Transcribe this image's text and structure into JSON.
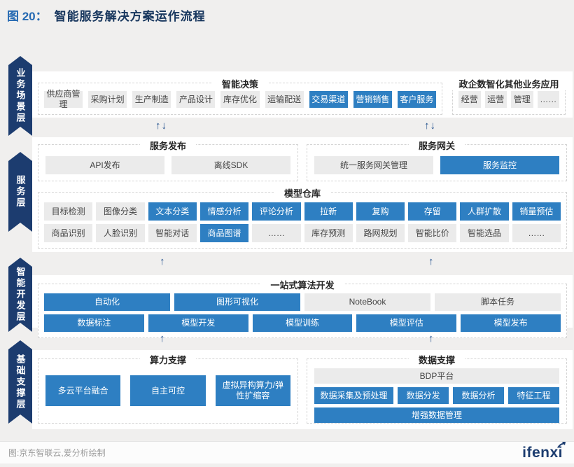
{
  "meta": {
    "figure_label": "图 20：",
    "figure_title": "智能服务解决方案运作流程",
    "footer_source": "图:京东智联云,爱分析绘制",
    "logo_text": "ifenxi"
  },
  "colors": {
    "accent_blue": "#2E7FC2",
    "ribbon_navy": "#1C3C6F",
    "chip_gray": "#EBEBEB",
    "page_bg": "#F0EFEE",
    "arrow_blue": "#1F4E8C"
  },
  "arrows": {
    "up": "↑",
    "down": "↓",
    "up_down": "↑↓"
  },
  "layers": [
    {
      "label": "业务场景层"
    },
    {
      "label": "服务层"
    },
    {
      "label": "智能开发层"
    },
    {
      "label": "基础支撑层"
    }
  ],
  "decision": {
    "title": "智能决策",
    "items": [
      {
        "label": "供应商管理",
        "variant": "gray"
      },
      {
        "label": "采购计划",
        "variant": "gray"
      },
      {
        "label": "生产制造",
        "variant": "gray"
      },
      {
        "label": "产品设计",
        "variant": "gray"
      },
      {
        "label": "库存优化",
        "variant": "gray"
      },
      {
        "label": "运输配送",
        "variant": "gray"
      },
      {
        "label": "交易渠道",
        "variant": "blue"
      },
      {
        "label": "营销销售",
        "variant": "blue"
      },
      {
        "label": "客户服务",
        "variant": "blue"
      }
    ]
  },
  "other_apps": {
    "title": "政企数智化其他业务应用",
    "items": [
      {
        "label": "经营",
        "variant": "gray"
      },
      {
        "label": "运营",
        "variant": "gray"
      },
      {
        "label": "管理",
        "variant": "gray"
      },
      {
        "label": "……",
        "variant": "gray"
      }
    ]
  },
  "service_publish": {
    "title": "服务发布",
    "items": [
      {
        "label": "API发布",
        "variant": "gray"
      },
      {
        "label": "离线SDK",
        "variant": "gray"
      }
    ]
  },
  "service_gateway": {
    "title": "服务网关",
    "items": [
      {
        "label": "统一服务网关管理",
        "variant": "gray"
      },
      {
        "label": "服务监控",
        "variant": "blue"
      }
    ]
  },
  "model_repo": {
    "title": "模型仓库",
    "row1": [
      {
        "label": "目标检测",
        "variant": "gray"
      },
      {
        "label": "图像分类",
        "variant": "gray"
      },
      {
        "label": "文本分类",
        "variant": "blue"
      },
      {
        "label": "情感分析",
        "variant": "blue"
      },
      {
        "label": "评论分析",
        "variant": "blue"
      },
      {
        "label": "拉新",
        "variant": "blue"
      },
      {
        "label": "复购",
        "variant": "blue"
      },
      {
        "label": "存留",
        "variant": "blue"
      },
      {
        "label": "人群扩散",
        "variant": "blue"
      },
      {
        "label": "销量预估",
        "variant": "blue"
      }
    ],
    "row2": [
      {
        "label": "商品识别",
        "variant": "gray"
      },
      {
        "label": "人脸识别",
        "variant": "gray"
      },
      {
        "label": "智能对话",
        "variant": "gray"
      },
      {
        "label": "商品图谱",
        "variant": "blue"
      },
      {
        "label": "……",
        "variant": "gray"
      },
      {
        "label": "库存预测",
        "variant": "gray"
      },
      {
        "label": "路网规划",
        "variant": "gray"
      },
      {
        "label": "智能比价",
        "variant": "gray"
      },
      {
        "label": "智能选品",
        "variant": "gray"
      },
      {
        "label": "……",
        "variant": "gray"
      }
    ]
  },
  "algo_dev": {
    "title": "一站式算法开发",
    "row1": [
      {
        "label": "自动化",
        "variant": "blue"
      },
      {
        "label": "图形可视化",
        "variant": "blue"
      },
      {
        "label": "NoteBook",
        "variant": "gray"
      },
      {
        "label": "脚本任务",
        "variant": "gray"
      }
    ],
    "row2": [
      {
        "label": "数据标注",
        "variant": "blue"
      },
      {
        "label": "模型开发",
        "variant": "blue"
      },
      {
        "label": "模型训练",
        "variant": "blue"
      },
      {
        "label": "模型评估",
        "variant": "blue"
      },
      {
        "label": "模型发布",
        "variant": "blue"
      }
    ]
  },
  "compute": {
    "title": "算力支撑",
    "items": [
      {
        "label": "多云平台融合",
        "variant": "blue"
      },
      {
        "label": "自主可控",
        "variant": "blue"
      },
      {
        "label": "虚拟异构算力/弹性扩缩容",
        "variant": "blue"
      }
    ]
  },
  "data_support": {
    "title": "数据支撑",
    "platform": {
      "label": "BDP平台",
      "variant": "gray"
    },
    "items": [
      {
        "label": "数据采集及预处理",
        "variant": "blue"
      },
      {
        "label": "数据分发",
        "variant": "blue"
      },
      {
        "label": "数据分析",
        "variant": "blue"
      },
      {
        "label": "特征工程",
        "variant": "blue"
      }
    ],
    "footer_item": {
      "label": "增强数据管理",
      "variant": "blue"
    }
  }
}
